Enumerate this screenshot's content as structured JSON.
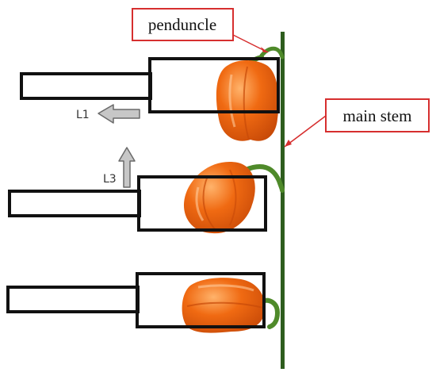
{
  "diagram": {
    "labels": {
      "peduncle": "penduncle",
      "main_stem": "main stem",
      "arrow_l1": "L1",
      "arrow_l3": "L3"
    },
    "colors": {
      "stem": "#2e5d1e",
      "pepper_body": "#f06a12",
      "pepper_shade": "#c84a08",
      "pepper_highlight": "#ffb36b",
      "pepper_stem": "#4f8a2a",
      "callout_border": "#d62f2f",
      "outline": "#111111",
      "arrow_fill": "#c7c7c7",
      "arrow_stroke": "#6a6a6a",
      "label_text": "#333333"
    },
    "icons": [
      "gripper-outline",
      "left-arrow-icon",
      "up-arrow-icon",
      "bell-pepper"
    ]
  }
}
